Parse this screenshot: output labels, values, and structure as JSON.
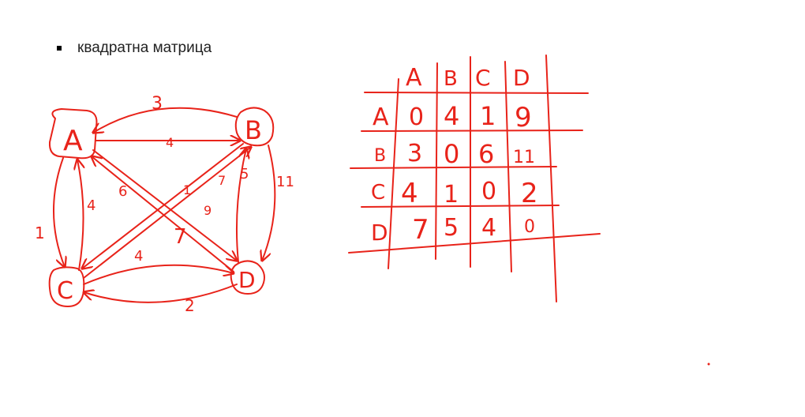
{
  "slide": {
    "bullet_text": "квадратна матрица"
  },
  "graph": {
    "nodes": [
      {
        "id": "A",
        "label": "A"
      },
      {
        "id": "B",
        "label": "B"
      },
      {
        "id": "C",
        "label": "C"
      },
      {
        "id": "D",
        "label": "D"
      }
    ],
    "edges": [
      {
        "from": "B",
        "to": "A",
        "weight": "3"
      },
      {
        "from": "A",
        "to": "B",
        "weight": "4"
      },
      {
        "from": "A",
        "to": "C",
        "weight": "1"
      },
      {
        "from": "C",
        "to": "A",
        "weight": "4"
      },
      {
        "from": "A",
        "to": "D",
        "weight": "9"
      },
      {
        "from": "D",
        "to": "A",
        "weight": "6"
      },
      {
        "from": "B",
        "to": "C",
        "weight": "1"
      },
      {
        "from": "C",
        "to": "B",
        "weight": "7"
      },
      {
        "from": "B",
        "to": "D",
        "weight": "11"
      },
      {
        "from": "D",
        "to": "B",
        "weight": "5"
      },
      {
        "from": "C",
        "to": "D",
        "weight": "4"
      },
      {
        "from": "D",
        "to": "C",
        "weight": "2"
      }
    ],
    "extra_label": "7"
  },
  "matrix": {
    "col_headers": [
      "A",
      "B",
      "C",
      "D"
    ],
    "row_headers": [
      "A",
      "B",
      "C",
      "D"
    ],
    "cells": [
      [
        "0",
        "4",
        "1",
        "9"
      ],
      [
        "3",
        "0",
        "6",
        "11"
      ],
      [
        "4",
        "1",
        "0",
        "2"
      ],
      [
        "7",
        "5",
        "4",
        "0"
      ]
    ]
  },
  "colors": {
    "ink": "#e8231a",
    "background": "#ffffff"
  }
}
